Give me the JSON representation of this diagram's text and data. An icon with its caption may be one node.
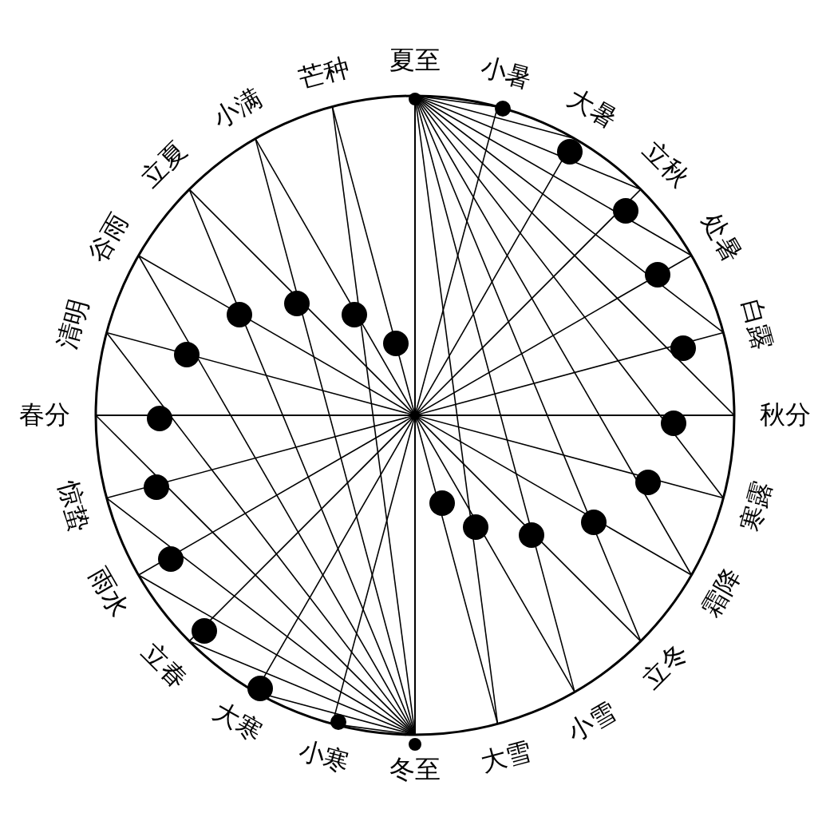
{
  "diagram": {
    "labels": [
      "夏至",
      "小暑",
      "大暑",
      "立秋",
      "处暑",
      "白露",
      "秋分",
      "寒露",
      "霜降",
      "立冬",
      "小雪",
      "大雪",
      "冬至",
      "小寒",
      "大寒",
      "立春",
      "雨水",
      "惊蛰",
      "春分",
      "清明",
      "谷雨",
      "立夏",
      "小满",
      "芒种"
    ]
  }
}
